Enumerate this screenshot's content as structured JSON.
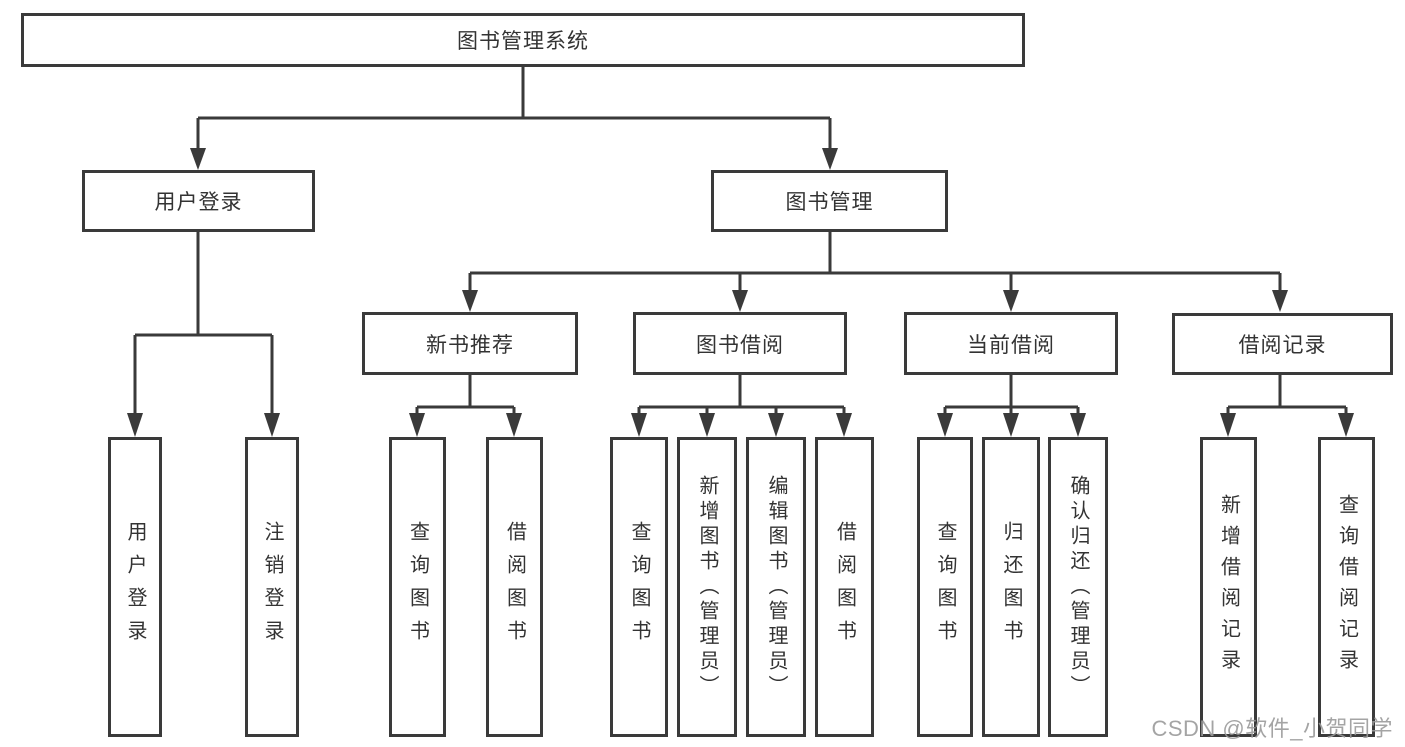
{
  "diagram": {
    "root": {
      "label": "图书管理系统",
      "children": {
        "user_login": {
          "label": "用户登录",
          "children": {
            "login": {
              "label": "用户登录"
            },
            "logout": {
              "label": "注销登录"
            }
          }
        },
        "book_mgmt": {
          "label": "图书管理",
          "children": {
            "new_book_rec": {
              "label": "新书推荐",
              "children": {
                "query": {
                  "label": "查询图书"
                },
                "borrow": {
                  "label": "借阅图书"
                }
              }
            },
            "book_borrow": {
              "label": "图书借阅",
              "children": {
                "query": {
                  "label": "查询图书"
                },
                "add": {
                  "label": "新增图书（管理员）"
                },
                "edit": {
                  "label": "编辑图书（管理员）"
                },
                "borrow": {
                  "label": "借阅图书"
                }
              }
            },
            "current_borrow": {
              "label": "当前借阅",
              "children": {
                "query": {
                  "label": "查询图书"
                },
                "return": {
                  "label": "归还图书"
                },
                "confirm_return": {
                  "label": "确认归还（管理员）"
                }
              }
            },
            "borrow_record": {
              "label": "借阅记录",
              "children": {
                "add": {
                  "label": "新增借阅记录"
                },
                "query": {
                  "label": "查询借阅记录"
                }
              }
            }
          }
        }
      }
    },
    "line_color": "#3a3a3a",
    "background_color": "#ffffff"
  },
  "watermark": {
    "text": "CSDN @软件_小贺同学"
  }
}
